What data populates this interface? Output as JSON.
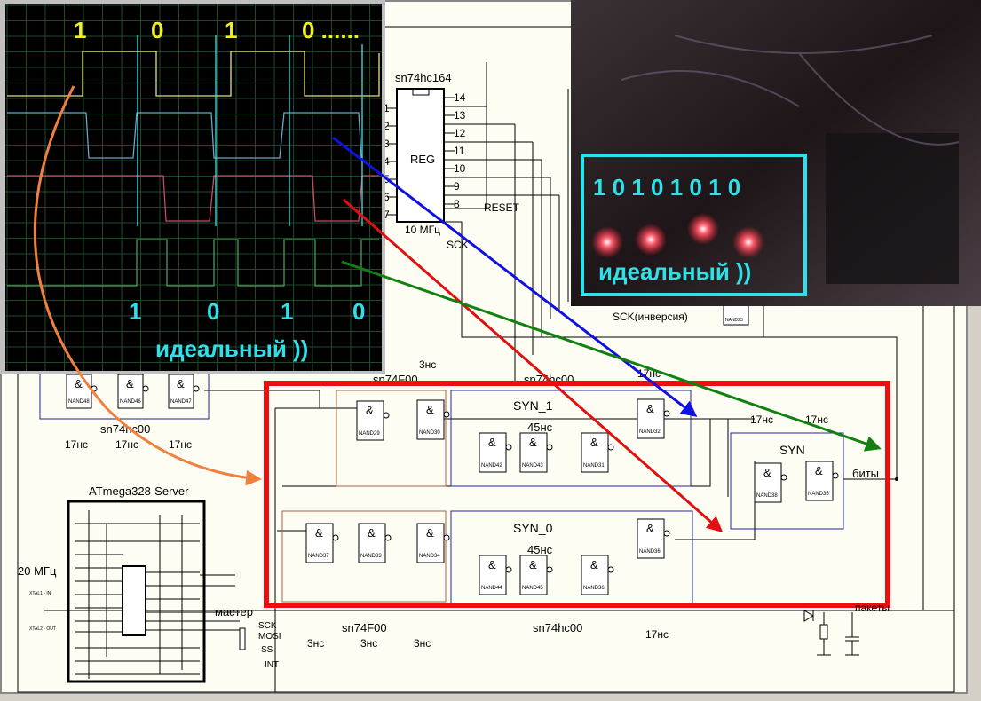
{
  "scope": {
    "top_bits": [
      "1",
      "0",
      "1",
      "0 ......"
    ],
    "bottom_bits": [
      "1",
      "0",
      "1",
      "0"
    ],
    "caption": "идеальный ))",
    "trace_colors": {
      "clock": "#e6e07a",
      "syn1": "#6aa6c8",
      "syn0": "#c84a6a",
      "out": "#4a9a5a",
      "marker": "#40e0e0"
    }
  },
  "photo": {
    "bits": "1 0 1 0 1 0 1 0",
    "caption": "идеальный ))"
  },
  "register": {
    "part": "sn74hc164",
    "name": "REG",
    "left_pins": [
      "1",
      "2",
      "3",
      "4",
      "5",
      "6",
      "7"
    ],
    "right_pins": [
      "14",
      "13",
      "12",
      "11",
      "10",
      "9",
      "8"
    ],
    "reset": "RESET",
    "freq": "10 МГц",
    "sck": "SCK",
    "sck_inv": "SCK(инверсия)",
    "nand23": "NAND23"
  },
  "top_chain": {
    "gates": [
      "NAND48",
      "NAND46",
      "NAND47"
    ],
    "part": "sn74hc00",
    "delays": [
      "17нс",
      "17нс",
      "17нс"
    ]
  },
  "sync": {
    "labels_top": {
      "delay_f": "3нс",
      "part_f": "sn74F00",
      "part_hc": "sn74hc00",
      "delay_hc": "17нс"
    },
    "syn1": {
      "title": "SYN_1",
      "delay": "45нс"
    },
    "syn0": {
      "title": "SYN_0",
      "delay": "45нс"
    },
    "syn": {
      "title": "SYN",
      "delays": [
        "17нс",
        "17нс"
      ],
      "output": "биты"
    },
    "gate_symbol": "&",
    "gates_upper": [
      "NAND29",
      "NAND30",
      "NAND42",
      "NAND43",
      "NAND31",
      "NAND32"
    ],
    "gates_lower": [
      "NAND37",
      "NAND33",
      "NAND34",
      "NAND44",
      "NAND45",
      "NAND36",
      "NAND36"
    ],
    "gates_syn": [
      "NAND38",
      "NAND35"
    ],
    "labels_bottom": {
      "part_f": "sn74F00",
      "part_hc": "sn74hc00",
      "delay_hc": "17нс",
      "delays_f": [
        "3нс",
        "3нс",
        "3нс"
      ]
    },
    "packets": "пакеты"
  },
  "mcu": {
    "title": "ATmega328-Server",
    "crystal": "20 МГц",
    "xtal1": "XTAL1 - IN",
    "xtal2": "XTAL2 - OUT",
    "master": "мастер",
    "pins": [
      "SCK",
      "MOSI",
      "SS",
      "INT"
    ]
  },
  "arrows": {
    "orange": "#f08040",
    "blue": "#1010e0",
    "red": "#e01010",
    "green": "#108010"
  }
}
